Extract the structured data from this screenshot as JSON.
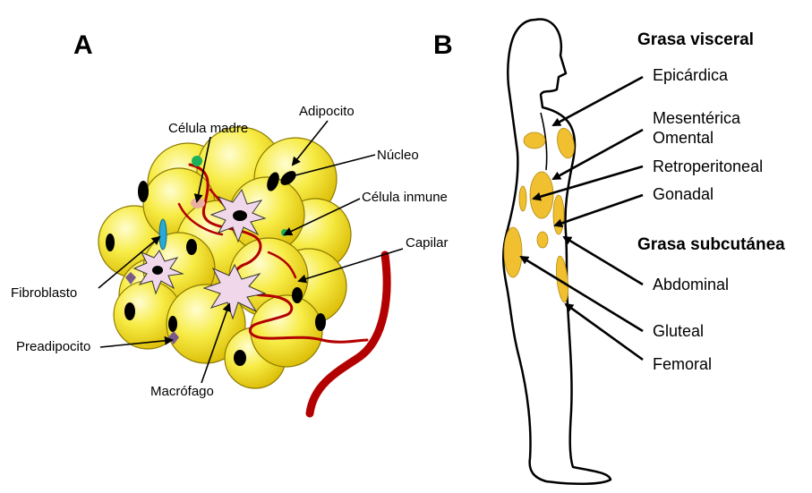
{
  "panel_a": {
    "letter": "A",
    "labels": {
      "adipocito": "Adipocito",
      "celula_madre": "Célula madre",
      "nucleo": "Núcleo",
      "celula_inmune": "Célula inmune",
      "capilar": "Capilar",
      "fibroblasto": "Fibroblasto",
      "preadipocito": "Preadipocito",
      "macrofago": "Macrófago"
    }
  },
  "panel_b": {
    "letter": "B",
    "visceral": {
      "heading": "Grasa visceral",
      "items": [
        "Epicárdica",
        "Mesentérica",
        "Omental",
        "Retroperitoneal",
        "Gonadal"
      ]
    },
    "subcutanea": {
      "heading": "Grasa subcutánea",
      "items": [
        "Abdominal",
        "Gluteal",
        "Femoral"
      ]
    }
  },
  "colors": {
    "adipocyte_fill": "#f2e200",
    "adipocyte_highlight": "#fffbc8",
    "nucleus": "#000000",
    "capillary": "#b30000",
    "macrophage": "#f0d8ea",
    "fibroblast": "#29a9d6",
    "preadipocyte": "#7a5a8a",
    "stem_cell": "#1bb05a",
    "fat_depot": "#f0c030"
  }
}
